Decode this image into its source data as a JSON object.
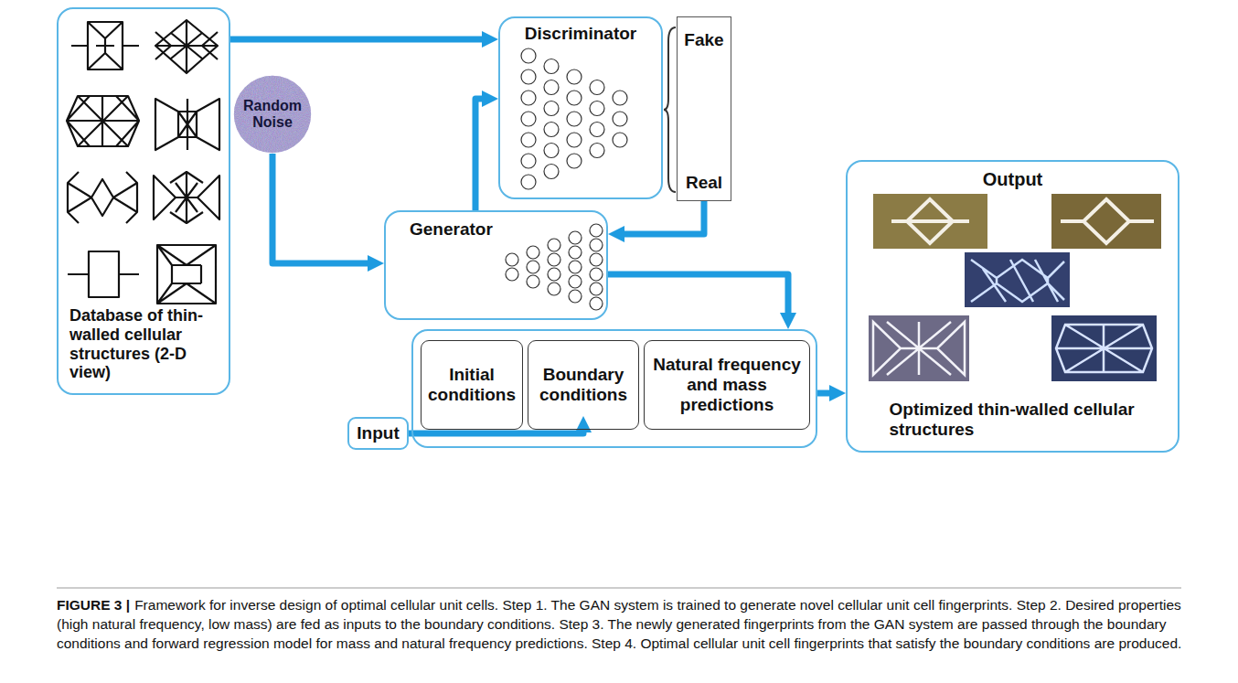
{
  "diagram": {
    "caption": "Framework for inverse design of optimal cellular unit cells. Step 1. The GAN system is trained to generate novel cellular unit cell fingerprints. Step 2. Desired properties (high natural frequency, low mass) are fed as inputs to the boundary conditions. Step 3. The newly generated fingerprints from the GAN system are passed through the boundary conditions and forward regression model for mass and natural frequency predictions. Step 4. Optimal cellular unit cell fingerprints that satisfy the boundary conditions are produced.",
    "nodes": [
      {
        "text": [
          "Database of thin-walled cellular structures (2-D view)"
        ]
      },
      {
        "text": [
          "Random Noise"
        ]
      },
      {
        "text": [
          "Discriminator"
        ]
      },
      {
        "text": [
          "Fake",
          "Real"
        ]
      },
      {
        "text": [
          "Generator"
        ]
      },
      {
        "text": []
      },
      {
        "text": [
          "Initial conditions"
        ],
        "in": 5
      },
      {
        "text": [
          "Boundary conditions"
        ],
        "in": 5
      },
      {
        "text": [
          "Natural frequency and mass predictions"
        ],
        "in": 5
      },
      {
        "text": [
          "Input"
        ]
      },
      {
        "text": [
          "Output",
          "Optimized thin-walled cellular structures"
        ]
      }
    ],
    "edges": [
      {
        "from": 0,
        "to": 2,
        "arrow": "to"
      },
      {
        "from": 1,
        "to": 4,
        "arrow": "to"
      },
      {
        "from": 4,
        "to": 2,
        "arrow": "to"
      },
      {
        "from": 3,
        "to": 4,
        "arrow": "to"
      },
      {
        "from": 4,
        "to": 5,
        "arrow": "to"
      },
      {
        "from": 9,
        "to": 7,
        "arrow": "to"
      },
      {
        "from": 5,
        "to": 10,
        "arrow": "to"
      }
    ],
    "labels": [
      "FIGURE 3 |"
    ]
  }
}
